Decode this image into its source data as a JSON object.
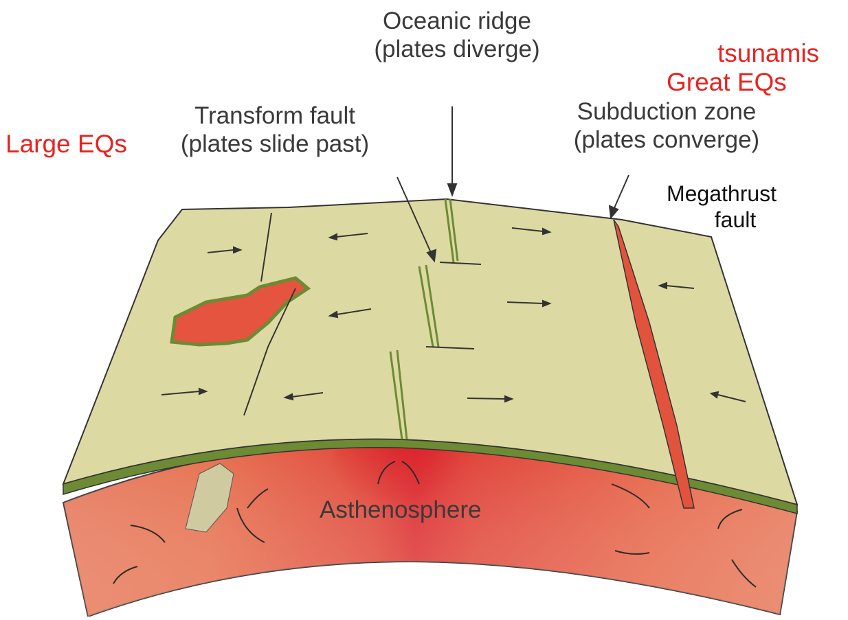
{
  "labels": {
    "oceanic_ridge": {
      "line1": "Oceanic ridge",
      "line2": "(plates diverge)"
    },
    "transform_fault": {
      "line1": "Transform fault",
      "line2": "(plates slide past)"
    },
    "subduction_zone": {
      "line1": "Subduction zone",
      "line2": "(plates converge)"
    },
    "megathrust": {
      "line1": "Megathrust",
      "line2": "fault"
    },
    "asthenosphere": "Asthenosphere"
  },
  "annotations": {
    "tsunamis": "tsunamis",
    "great_eqs": "Great EQs",
    "large_eqs": "Large EQs"
  },
  "colors": {
    "plate": "#ddd9a2",
    "plate_edge": "#6d8a34",
    "mantle": "#e2533d",
    "mantle_hot": "#df2b2e",
    "label_text": "#3a3a3a",
    "annotation": "#e8231f"
  }
}
